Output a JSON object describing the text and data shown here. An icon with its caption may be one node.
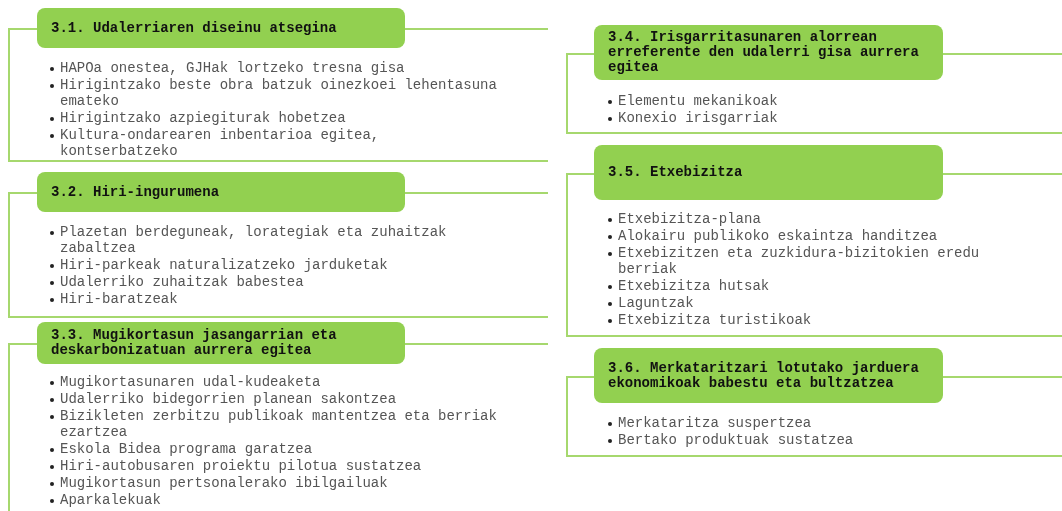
{
  "diagram": {
    "nodes": [
      {
        "text": [
          "HAPOa onestea, GJHak lortzeko tresna gisa",
          "Hirigintzako beste obra batzuk oinezkoei lehentasuna emateko",
          "Hirigintzako azpiegiturak hobetzea",
          "Kultura-ondarearen inbentarioa egitea, kontserbatzeko"
        ]
      },
      {
        "text": [
          "3.1. Udalerriaren diseinu atsegina"
        ],
        "in": 0
      },
      {
        "text": [
          "Plazetan berdeguneak, lorategiak eta zuhaitzak zabaltzea",
          "Hiri-parkeak naturalizatzeko jarduketak",
          "Udalerriko zuhaitzak babestea",
          "Hiri-baratzeak"
        ]
      },
      {
        "text": [
          "3.2. Hiri-ingurumena"
        ],
        "in": 2
      },
      {
        "text": [
          "Mugikortasunaren udal-kudeaketa",
          "Udalerriko bidegorrien planean sakontzea",
          "Bizikleten zerbitzu publikoak mantentzea eta berriak ezartzea",
          "Eskola Bidea programa garatzea",
          "Hiri-autobusaren proiektu pilotua sustatzea",
          "Mugikortasun pertsonalerako ibilgailuak",
          "Aparkalekuak"
        ]
      },
      {
        "text": [
          "3.3. Mugikortasun jasangarrian eta deskarbonizatuan aurrera egitea"
        ],
        "in": 4
      },
      {
        "text": [
          "Elementu mekanikoak",
          "Konexio irisgarriak"
        ]
      },
      {
        "text": [
          "3.4. Irisgarritasunaren alorrean erreferente den udalerri gisa aurrera egitea"
        ],
        "in": 6
      },
      {
        "text": [
          "Etxebizitza-plana",
          "Alokairu publikoko eskaintza handitzea",
          "Etxebizitzen eta zuzkidura-bizitokien eredu berriak",
          "Etxebizitza hutsak",
          "Laguntzak",
          "Etxebizitza turistikoak"
        ]
      },
      {
        "text": [
          "3.5. Etxebizitza"
        ],
        "in": 8
      },
      {
        "text": [
          "Merkataritza suspertzea",
          "Bertako produktuak sustatzea"
        ]
      },
      {
        "text": [
          "3.6. Merkataritzari lotutako jarduera ekonomikoak babestu eta bultzatzea"
        ],
        "in": 10
      }
    ]
  }
}
